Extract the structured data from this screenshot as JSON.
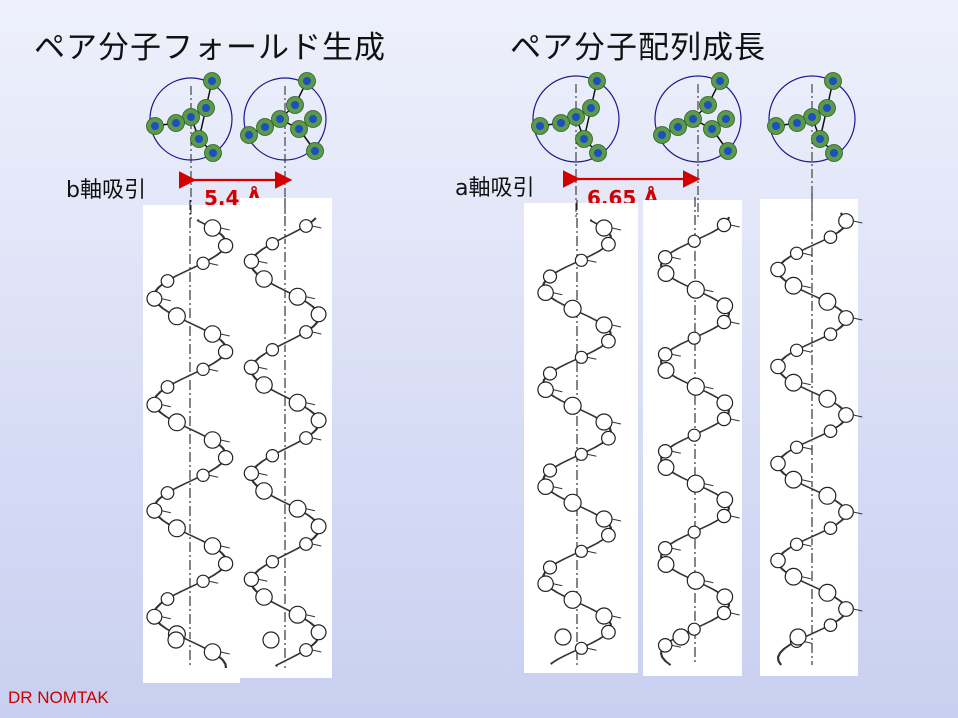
{
  "titles": {
    "left": "ペア分子フォールド生成",
    "right": "ペア分子配列成長"
  },
  "labels": {
    "b_axis": "b軸吸引",
    "a_axis": "a軸吸引",
    "dist_b": "5.4 Å",
    "dist_a": "6.65 Å"
  },
  "footer": "DR NOMTAK",
  "colors": {
    "accent_red": "#d40000",
    "circle_outline": "#1a1a8c",
    "atom_outer": "#5a9a4a",
    "atom_inner": "#1d4fbf"
  }
}
